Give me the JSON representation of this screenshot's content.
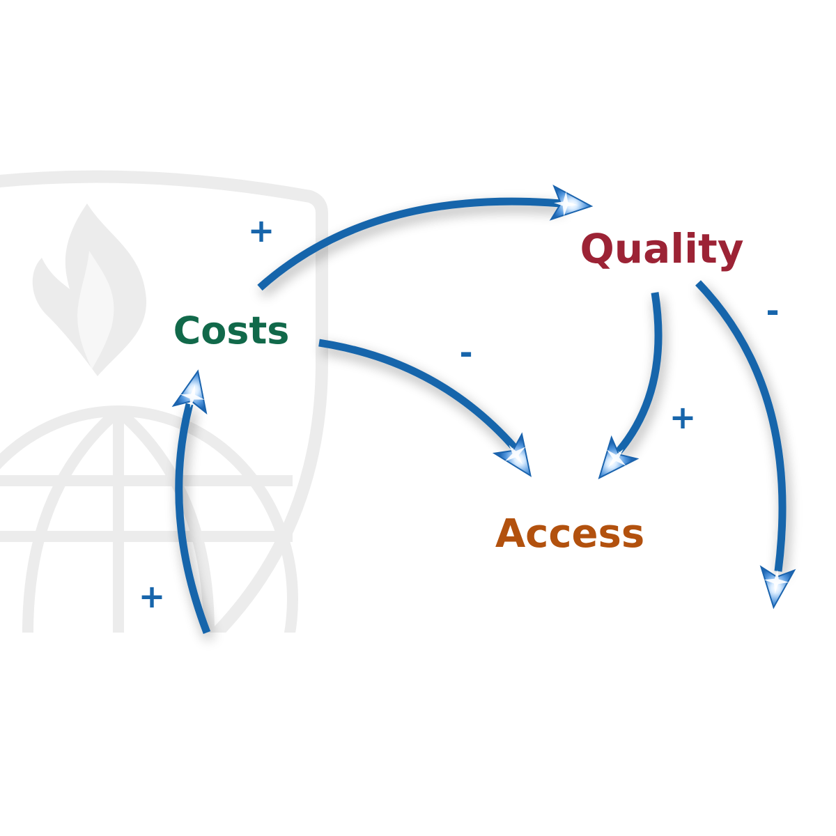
{
  "nodes": {
    "costs": "Costs",
    "quality": "Quality",
    "access": "Access"
  },
  "edges": [
    {
      "from": "Costs",
      "to": "Quality",
      "sign": "+"
    },
    {
      "from": "Costs",
      "to": "Access",
      "sign": "-"
    },
    {
      "from": "Quality",
      "to": "Access",
      "sign": "+"
    },
    {
      "from": "Quality",
      "to": "",
      "sign": "-"
    },
    {
      "from": "",
      "to": "Costs",
      "sign": "+"
    }
  ],
  "colors": {
    "costs": "#11694a",
    "quality": "#9c2335",
    "access": "#b2510e",
    "arrow": "#1765ab",
    "sign": "#1765ab",
    "watermark": "#ececec"
  },
  "icons": {
    "watermark": "shield-torch-globe-logo-watermark",
    "arrowhead": "sparkle-arrowhead-icon"
  }
}
